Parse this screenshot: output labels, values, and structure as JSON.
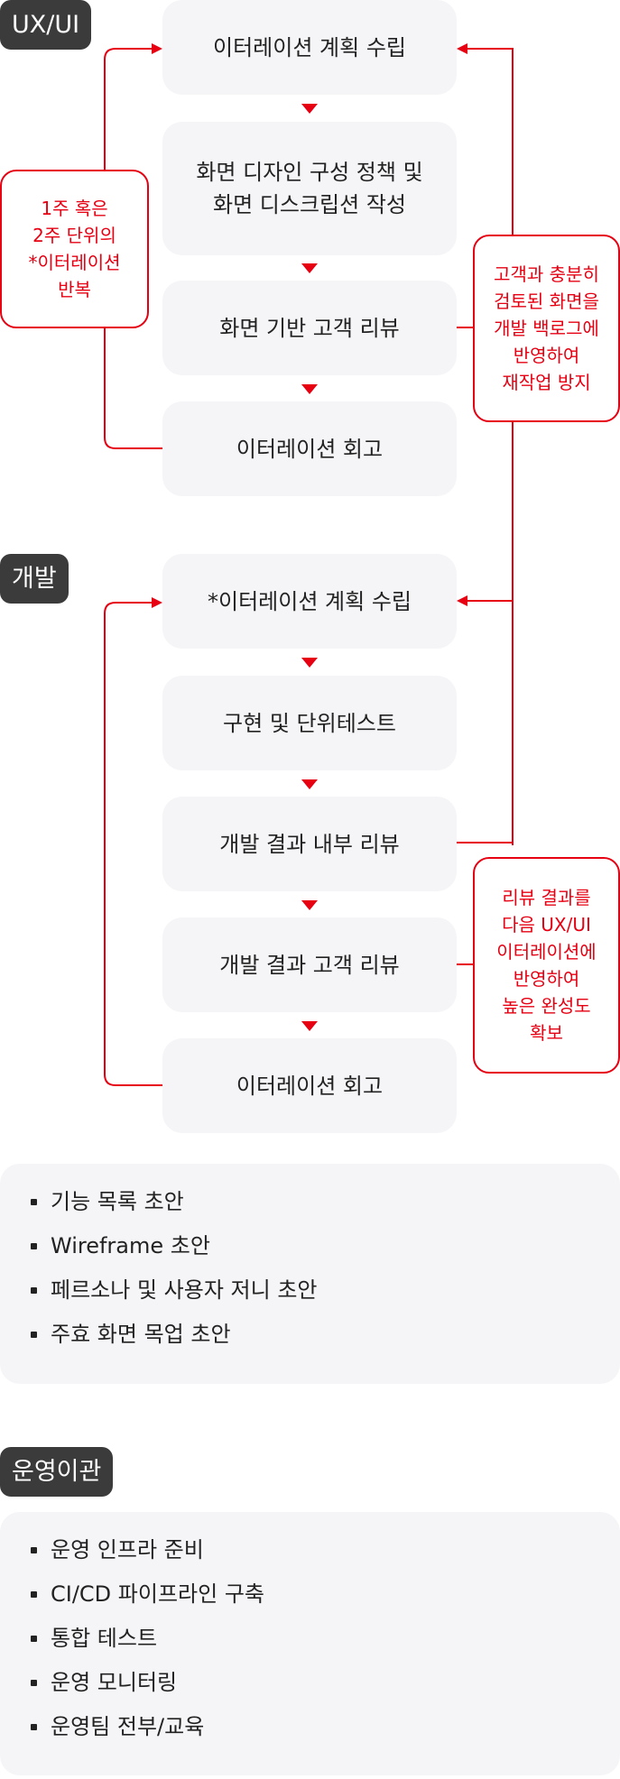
{
  "sections": {
    "uxui": {
      "tag": "UX/UI",
      "steps": [
        {
          "lines": [
            "이터레이션 계획 수립"
          ]
        },
        {
          "lines": [
            "화면 디자인 구성 정책 및",
            "화면 디스크립션 작성"
          ]
        },
        {
          "lines": [
            "화면 기반 고객 리뷰"
          ]
        },
        {
          "lines": [
            "이터레이션 회고"
          ]
        }
      ],
      "loop_note": [
        "1주 혹은",
        "2주 단위의",
        "*이터레이션",
        "반복"
      ],
      "feedback_note": [
        "고객과 충분히",
        "검토된 화면을",
        "개발 백로그에",
        "반영하여",
        "재작업 방지"
      ]
    },
    "dev": {
      "tag": "개발",
      "steps": [
        {
          "lines": [
            "*이터레이션 계획 수립"
          ]
        },
        {
          "lines": [
            "구현 및 단위테스트"
          ]
        },
        {
          "lines": [
            "개발 결과 내부 리뷰"
          ]
        },
        {
          "lines": [
            "개발 결과 고객 리뷰"
          ]
        },
        {
          "lines": [
            "이터레이션 회고"
          ]
        }
      ],
      "feedback_note": [
        "리뷰 결과를",
        "다음 UX/UI",
        "이터레이션에",
        "반영하여",
        "높은 완성도",
        "확보"
      ],
      "deliverables": [
        "기능 목록 초안",
        "Wireframe 초안",
        "페르소나 및 사용자 저니 초안",
        "주효 화면 목업 초안"
      ]
    },
    "ops": {
      "tag": "운영이관",
      "items": [
        "운영 인프라 준비",
        "CI/CD 파이프라인 구축",
        "통합 테스트",
        "운영 모니터링",
        "운영팀 전부/교육"
      ]
    }
  },
  "colors": {
    "accent": "#e60012",
    "tag_bg": "#3b3b3b",
    "box_bg": "#f5f5f7",
    "text": "#222222"
  }
}
